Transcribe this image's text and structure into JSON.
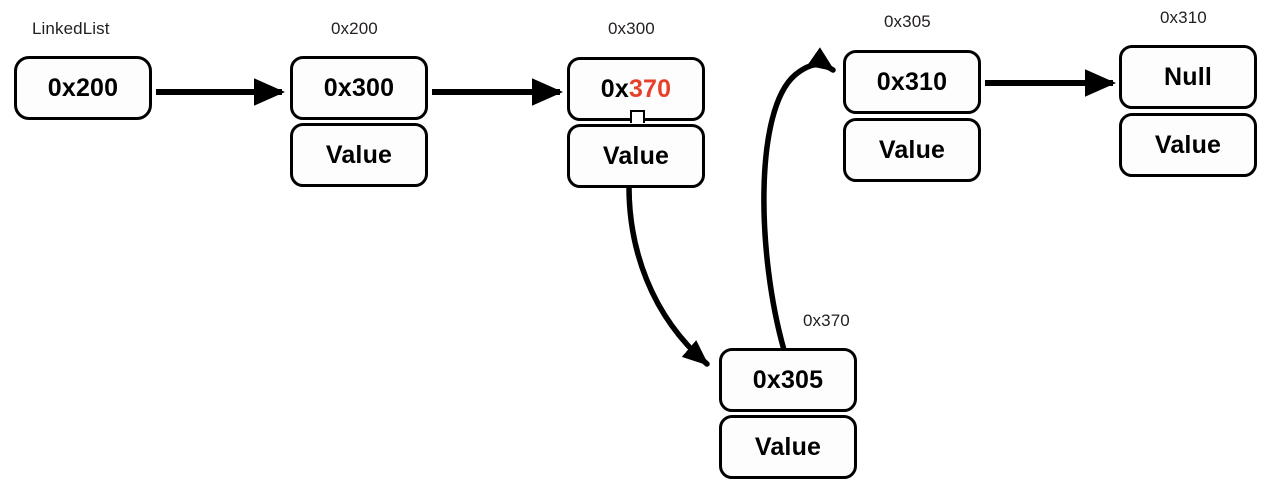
{
  "diagram": {
    "title": "LinkedList pointer reassignment diagram",
    "background_color": "#ffffff",
    "stroke_color": "#000000",
    "accent_color": "#e8402a",
    "nodes": [
      {
        "id": "root",
        "label": "LinkedList",
        "pointer": "0x200",
        "pointer_prefix": "0x200",
        "pointer_accent": "",
        "has_value_cell": false
      },
      {
        "id": "n200",
        "label": "0x200",
        "pointer": "0x300",
        "pointer_prefix": "0x300",
        "pointer_accent": "",
        "value": "Value",
        "has_value_cell": true
      },
      {
        "id": "n300",
        "label": "0x300",
        "pointer": "0x370",
        "pointer_prefix": "0x",
        "pointer_accent": "370",
        "value": "Value",
        "has_value_cell": true
      },
      {
        "id": "n305",
        "label": "0x305",
        "pointer": "0x310",
        "pointer_prefix": "0x310",
        "pointer_accent": "",
        "value": "Value",
        "has_value_cell": true
      },
      {
        "id": "n310",
        "label": "0x310",
        "pointer": "Null",
        "pointer_prefix": "Null",
        "pointer_accent": "",
        "value": "Value",
        "has_value_cell": true
      },
      {
        "id": "n370",
        "label": "0x370",
        "pointer": "0x305",
        "pointer_prefix": "0x305",
        "pointer_accent": "",
        "value": "Value",
        "has_value_cell": true
      }
    ],
    "edges": [
      {
        "id": "root-to-200",
        "from": "root",
        "to": "n200",
        "style": "straight"
      },
      {
        "id": "n200-to-n300",
        "from": "n200",
        "to": "n300",
        "style": "straight"
      },
      {
        "id": "n300-to-n370",
        "from": "n300",
        "to": "n370",
        "style": "curve"
      },
      {
        "id": "n370-to-n305",
        "from": "n370",
        "to": "n305",
        "style": "curve"
      },
      {
        "id": "n305-to-n310",
        "from": "n305",
        "to": "n310",
        "style": "straight"
      }
    ]
  }
}
